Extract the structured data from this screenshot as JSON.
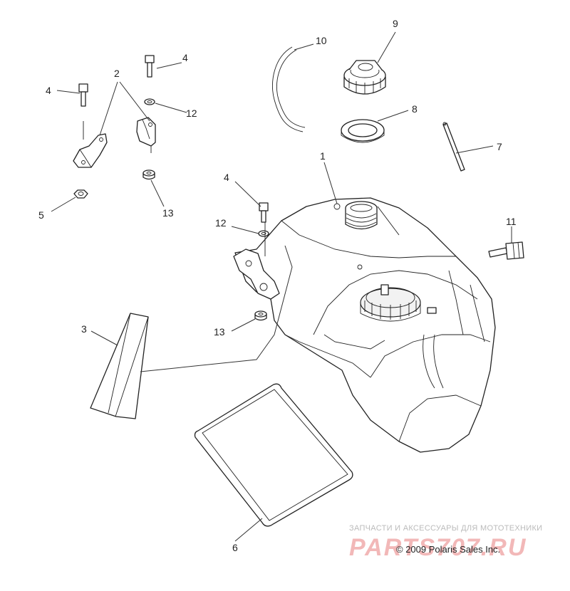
{
  "callouts": {
    "c1": "1",
    "c2": "2",
    "c3": "3",
    "c4a": "4",
    "c4b": "4",
    "c4c": "4",
    "c5": "5",
    "c6": "6",
    "c7": "7",
    "c8": "8",
    "c9": "9",
    "c10": "10",
    "c11": "11",
    "c12a": "12",
    "c12b": "12",
    "c13a": "13",
    "c13b": "13"
  },
  "watermark": {
    "tagline": "ЗАПЧАСТИ И АКСЕССУАРЫ ДЛЯ МОТОТЕХНИКИ",
    "logo": "PARTS707.RU"
  },
  "copyright": "© 2009 Polaris Sales Inc."
}
